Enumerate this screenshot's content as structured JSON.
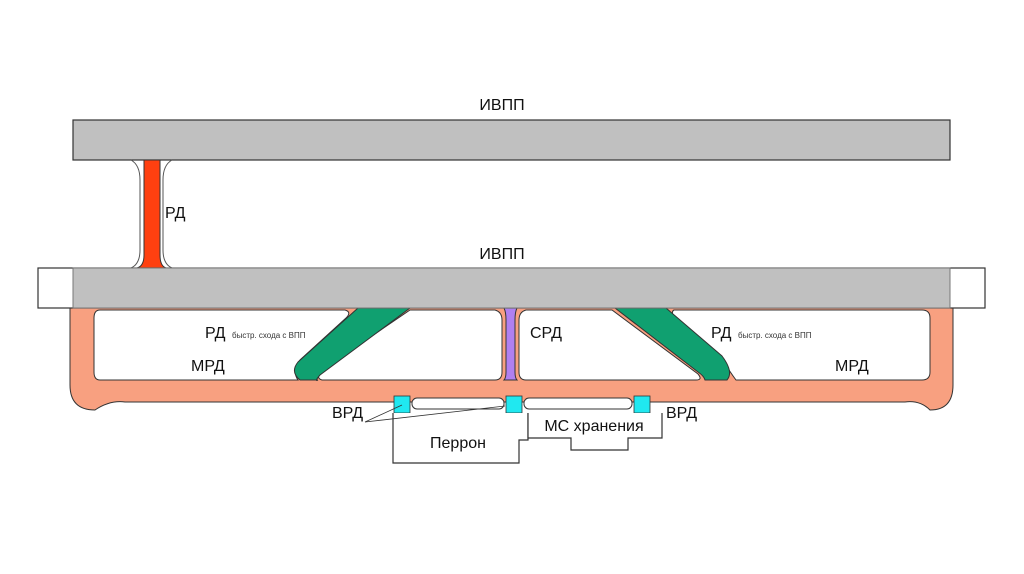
{
  "diagram": {
    "title": "Airfield taxiway scheme",
    "labels": {
      "runway_top": "ИВПП",
      "runway_bottom": "ИВПП",
      "connecting_taxiway": "РД",
      "rapid_exit_left_main": "РД",
      "rapid_exit_left_sub": "быстр. схода с ВПП",
      "rapid_exit_right_main": "РД",
      "rapid_exit_right_sub": "быстр. схода с ВПП",
      "main_taxiway_left": "МРД",
      "main_taxiway_right": "МРД",
      "connecting_center": "СРД",
      "apron_taxiway_left": "ВРД",
      "apron_taxiway_right": "ВРД",
      "apron": "Перрон",
      "storage_stands": "МС хранения"
    },
    "colors": {
      "runway": "#c0c0c0",
      "connecting_taxiway": "#ff4010",
      "main_taxiway": "#f8a080",
      "rapid_exit": "#10a070",
      "center_link": "#b080f0",
      "apron_taxiway": "#20e8f0",
      "outline": "#333333"
    }
  }
}
